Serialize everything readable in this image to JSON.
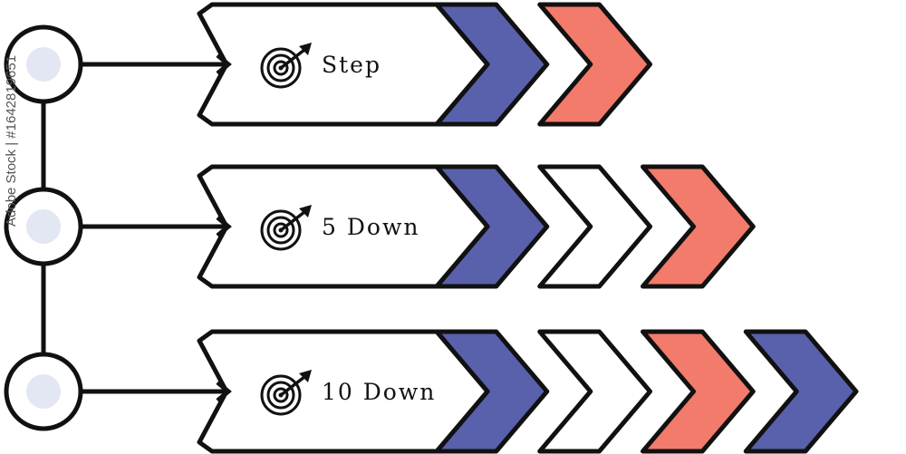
{
  "colors": {
    "stroke": "#111111",
    "blue": "#5961ad",
    "coral": "#f27b6b",
    "white": "#ffffff",
    "node_fill": "#e3e6f3"
  },
  "rows": [
    {
      "label": "Step",
      "icon": "target-icon",
      "chevrons": [
        "blue",
        "coral"
      ]
    },
    {
      "label": "5 Down",
      "icon": "target-icon",
      "chevrons": [
        "blue",
        "white",
        "coral"
      ]
    },
    {
      "label": "10 Down",
      "icon": "target-icon",
      "chevrons": [
        "blue",
        "white",
        "coral",
        "blue"
      ]
    }
  ],
  "watermark": "Adobe Stock | #1642819651"
}
